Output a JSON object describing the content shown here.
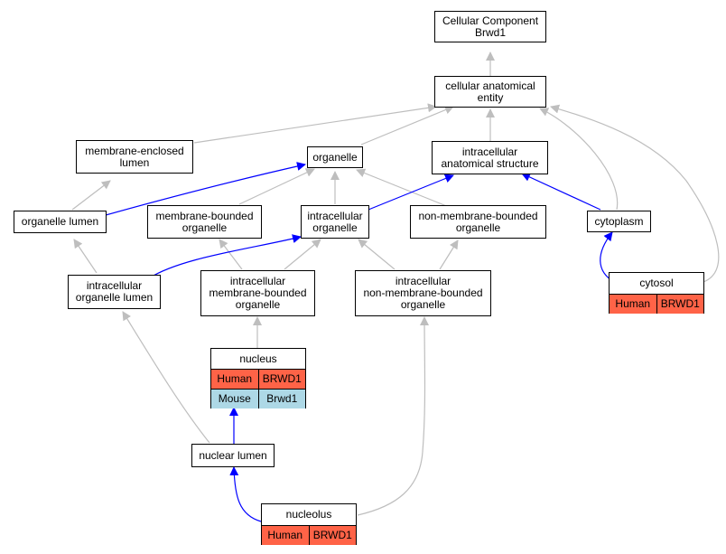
{
  "colors": {
    "gray_edge": "#bebebe",
    "blue_edge": "#0000ff",
    "human": "#ff6347",
    "mouse": "#add8e6"
  },
  "nodes": {
    "root": "Cellular Component\nBrwd1",
    "cae": "cellular anatomical\nentity",
    "mel": "membrane-enclosed\nlumen",
    "org": "organelle",
    "ias": "intracellular\nanatomical structure",
    "orglum": "organelle lumen",
    "mbo": "membrane-bounded\norganelle",
    "io": "intracellular\norganelle",
    "nmbo": "non-membrane-bounded\norganelle",
    "cyto": "cytoplasm",
    "iol": "intracellular\norganelle lumen",
    "imbo": "intracellular\nmembrane-bounded\norganelle",
    "inmbo": "intracellular\nnon-membrane-bounded\norganelle",
    "cytosol": {
      "title": "cytosol",
      "rows": [
        {
          "species": "Human",
          "gene": "BRWD1"
        }
      ]
    },
    "nucleus": {
      "title": "nucleus",
      "rows": [
        {
          "species": "Human",
          "gene": "BRWD1"
        },
        {
          "species": "Mouse",
          "gene": "Brwd1"
        }
      ]
    },
    "nuclum": "nuclear lumen",
    "nucleolus": {
      "title": "nucleolus",
      "rows": [
        {
          "species": "Human",
          "gene": "BRWD1"
        }
      ]
    }
  }
}
